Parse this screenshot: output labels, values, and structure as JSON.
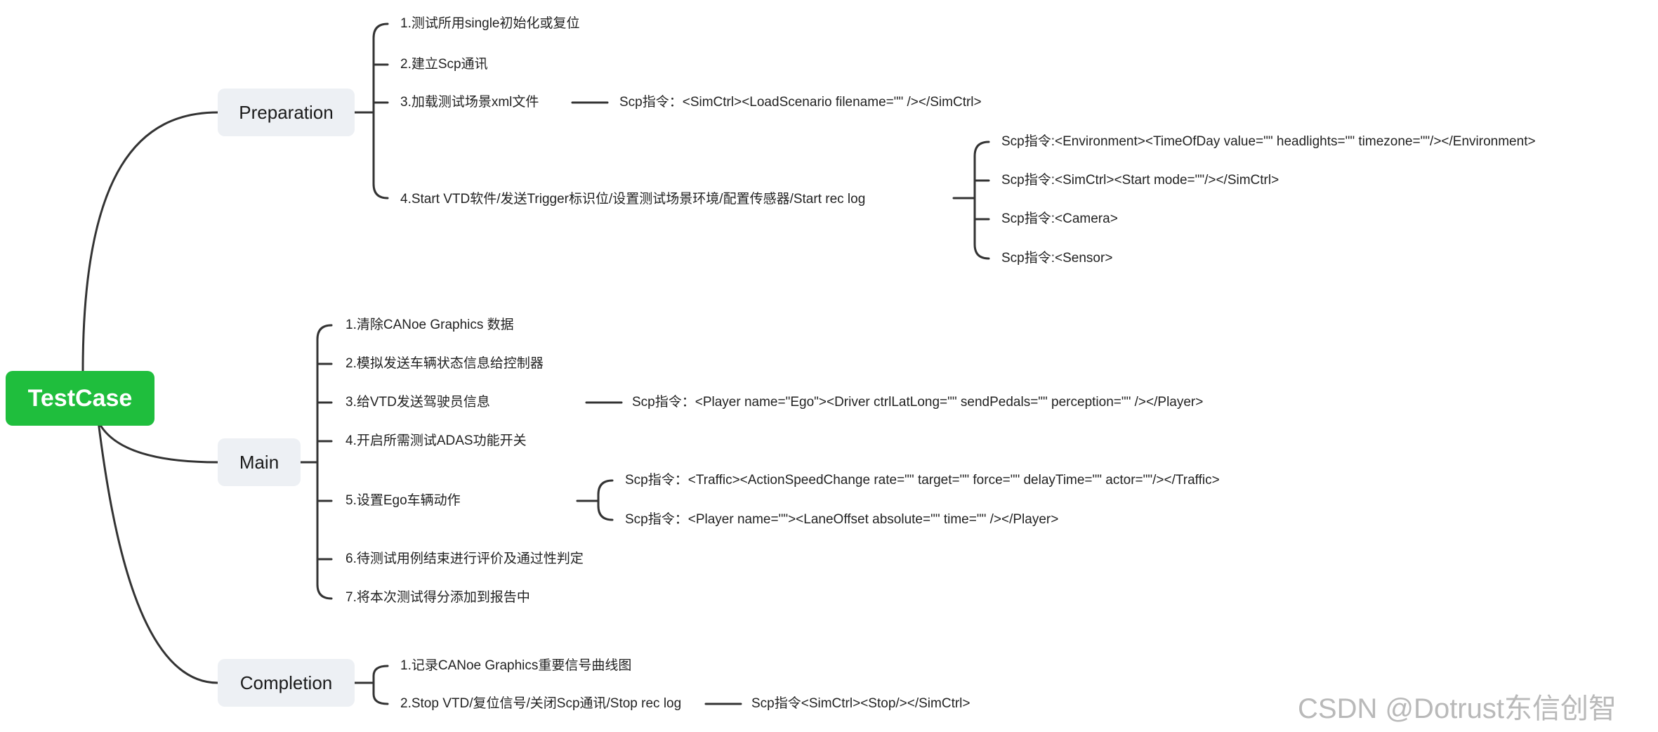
{
  "root": "TestCase",
  "branches": {
    "preparation": {
      "label": "Preparation",
      "items": [
        "1.测试所用single初始化或复位",
        "2.建立Scp通讯",
        "3.加载测试场景xml文件",
        "4.Start VTD软件/发送Trigger标识位/设置测试场景环境/配置传感器/Start rec log"
      ],
      "item3_child": "Scp指令：<SimCtrl><LoadScenario filename=\"\"   /></SimCtrl>",
      "item4_children": [
        "Scp指令:<Environment><TimeOfDay value=\"\"  headlights=\"\" timezone=\"\"/></Environment>",
        "Scp指令:<SimCtrl><Start  mode=\"\"/></SimCtrl>",
        "Scp指令:<Camera>",
        "Scp指令:<Sensor>"
      ]
    },
    "main": {
      "label": "Main",
      "items": [
        "1.清除CANoe Graphics 数据",
        "2.模拟发送车辆状态信息给控制器",
        "3.给VTD发送驾驶员信息",
        "4.开启所需测试ADAS功能开关",
        "5.设置Ego车辆动作",
        "6.待测试用例结束进行评价及通过性判定",
        "7.将本次测试得分添加到报告中"
      ],
      "item3_child": "Scp指令：<Player name=\"Ego\"><Driver ctrlLatLong=\"\" sendPedals=\"\" perception=\"\" /></Player>",
      "item5_children": [
        "Scp指令：<Traffic><ActionSpeedChange rate=\"\" target=\"\" force=\"\" delayTime=\"\" actor=\"\"/></Traffic>",
        "Scp指令：<Player name=\"\"><LaneOffset absolute=\"\" time=\"\" /></Player>"
      ]
    },
    "completion": {
      "label": "Completion",
      "items": [
        "1.记录CANoe Graphics重要信号曲线图",
        "2.Stop VTD/复位信号/关闭Scp通讯/Stop rec log"
      ],
      "item2_child": "Scp指令<SimCtrl><Stop/></SimCtrl>"
    }
  },
  "watermark": "CSDN @Dotrust东信创智",
  "colors": {
    "root_fill": "#1fbe3d",
    "branch_fill": "#edf0f4",
    "line": "#333333"
  }
}
